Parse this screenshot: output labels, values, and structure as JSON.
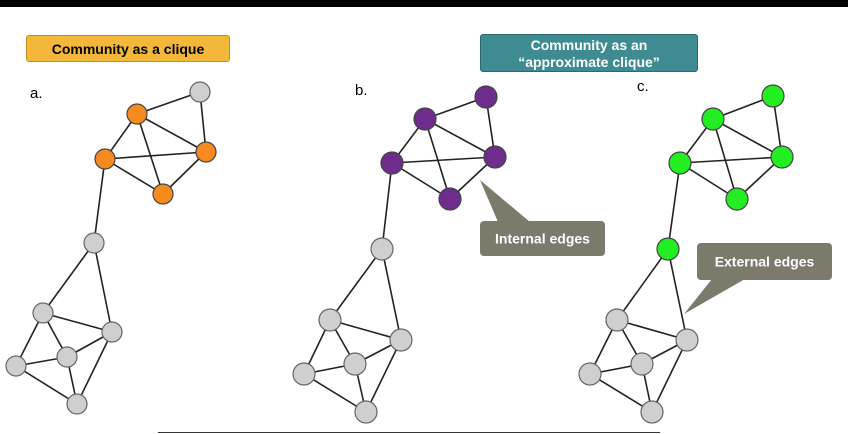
{
  "labels": {
    "clique": "Community as a clique",
    "approx_line1": "Community as an",
    "approx_line2": "“approximate clique”"
  },
  "panels": {
    "a": "a.",
    "b": "b.",
    "c": "c."
  },
  "callouts": {
    "internal": "Internal edges",
    "external": "External edges"
  },
  "colors": {
    "clique_fill": "#f3b73a",
    "approx_fill": "#3e8b91",
    "orange_node": "#f58b1f",
    "purple_node": "#6e2c8c",
    "green_node": "#22ee22",
    "gray_node": "#cfcfcf",
    "callout_fill": "#7c7a6b"
  }
}
